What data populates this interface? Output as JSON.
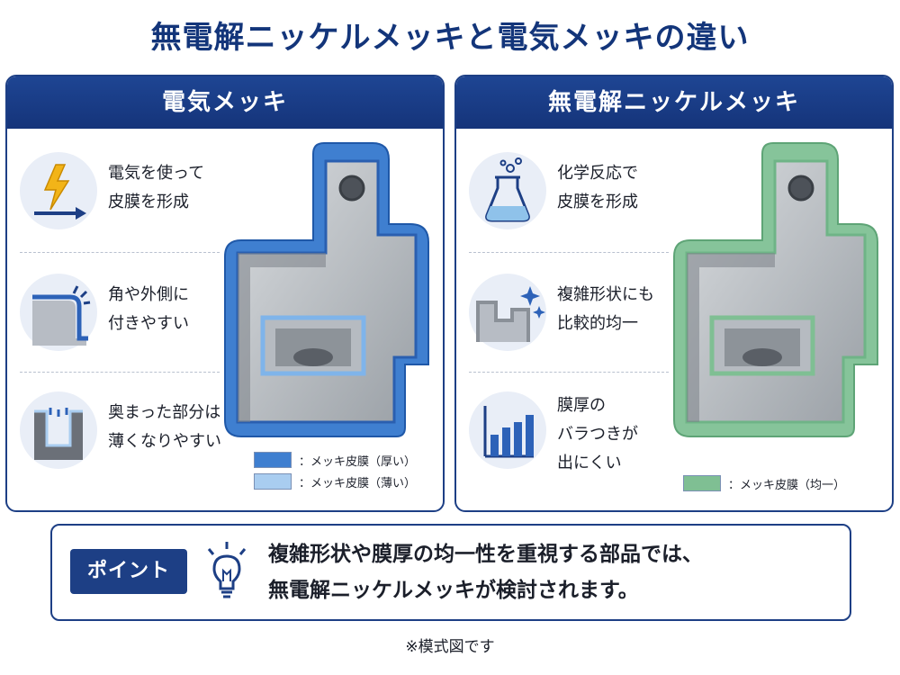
{
  "title": "無電解ニッケルメッキと電気メッキの違い",
  "panels": {
    "left": {
      "heading": "電気メッキ",
      "features": [
        {
          "icon": "lightning-arrow-icon",
          "text": "電気を使って\n皮膜を形成"
        },
        {
          "icon": "corner-buildup-icon",
          "text": "角や外側に\n付きやすい"
        },
        {
          "icon": "recess-thin-icon",
          "text": "奥まった部分は\n薄くなりやすい"
        }
      ],
      "legend": [
        {
          "label": "：メッキ皮膜（厚い）",
          "color": "#3f7fd0"
        },
        {
          "label": "：メッキ皮膜（薄い）",
          "color": "#a9cdf0"
        }
      ],
      "coating_color": "#3f7fd0"
    },
    "right": {
      "heading": "無電解ニッケルメッキ",
      "features": [
        {
          "icon": "beaker-icon",
          "text": "化学反応で\n皮膜を形成"
        },
        {
          "icon": "sparkle-profile-icon",
          "text": "複雑形状にも\n比較的均一"
        },
        {
          "icon": "bar-chart-icon",
          "text": "膜厚の\nバラつきが\n出にくい"
        }
      ],
      "legend": [
        {
          "label": "：メッキ皮膜（均一）",
          "color": "#7fbf93"
        }
      ],
      "coating_color": "#86c49a"
    }
  },
  "point": {
    "badge": "ポイント",
    "icon": "lightbulb-icon",
    "message": "複雑形状や膜厚の均一性を重視する部品では、\n無電解ニッケルメッキが検討されます。"
  },
  "note": "※模式図です",
  "colors": {
    "navy": "#1d3f85",
    "blue_coating": "#3f7fd0",
    "green_coating": "#86c49a"
  }
}
